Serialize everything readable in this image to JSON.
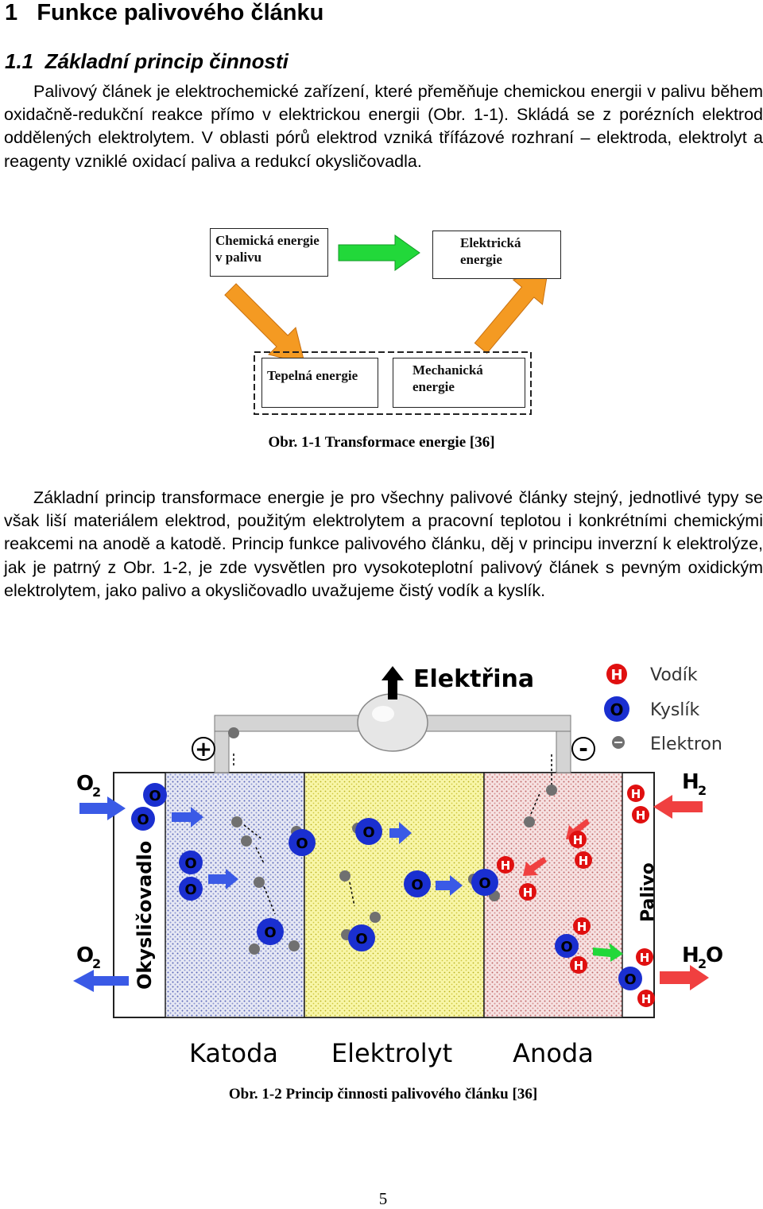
{
  "heading": {
    "number": "1",
    "title": "Funkce palivového článku"
  },
  "subheading": {
    "number": "1.1",
    "title": "Základní princip činnosti"
  },
  "paragraph1": "Palivový článek je elektrochemické zařízení, které přeměňuje chemickou energii v palivu během oxidačně-redukční reakce přímo v elektrickou energii (Obr. 1-1). Skládá se z porézních elektrod oddělených elektrolytem. V oblasti pórů elektrod vzniká třífázové rozhraní – elektroda, elektrolyt a reagenty vzniklé oxidací paliva a redukcí okysličovadla.",
  "figure1": {
    "box_chemical": "Chemická energie v palivu",
    "box_electrical": "Elektrická energie",
    "box_thermal": "Tepelná energie",
    "box_mechanical": "Mechanická energie",
    "caption": "Obr. 1-1 Transformace energie [36]"
  },
  "paragraph2": "Základní princip transformace energie je pro všechny palivové články stejný, jednotlivé typy se však liší materiálem elektrod, použitým elektrolytem a pracovní teplotou i konkrétními chemickými reakcemi na anodě a katodě. Princip funkce palivového článku, děj v principu inverzní k elektrolýze, jak je patrný z Obr. 1-2, je zde vysvětlen pro vysokoteplotní palivový článek s pevným oxidickým elektrolytem, jako palivo a okysličovadlo uvažujeme čistý vodík a kyslík.",
  "figure2": {
    "title": "Elektřina",
    "legend_hydrogen": "Vodík",
    "legend_oxygen": "Kyslík",
    "legend_electron": "Elektron",
    "plus": "+",
    "minus": "-",
    "o2_in_main": "O",
    "o2_in_sub": "2",
    "o2_out_main": "O",
    "o2_out_sub": "2",
    "h2_in_main": "H",
    "h2_in_sub": "2",
    "h2o_out_h": "H",
    "h2o_out_sub": "2",
    "h2o_out_o": "O",
    "oxidant_label": "Okysličovadlo",
    "fuel_label": "Palivo",
    "cathode_label": "Katoda",
    "electrolyte_label": "Elektrolyt",
    "anode_label": "Anoda",
    "atom_h": "H",
    "atom_o": "O",
    "caption": "Obr. 1-2 Princip činnosti palivového článku [36]",
    "colors": {
      "hydrogen": "#e01010",
      "oxygen": "#1a2fd0",
      "electron": "#707070",
      "cathode_bg": "#d8dcf0",
      "electrolyte_bg": "#f6f49c",
      "anode_bg": "#f4d8d8",
      "arrow_orange": "#f49a22",
      "arrow_green": "#22d83a"
    }
  },
  "page_number": "5"
}
